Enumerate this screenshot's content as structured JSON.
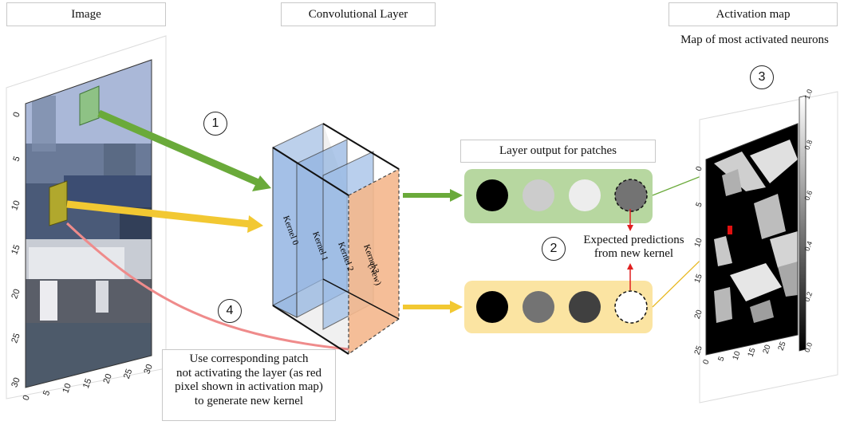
{
  "headers": {
    "image": "Image",
    "conv": "Convolutional Layer",
    "activation": "Activation map"
  },
  "activation_subtitle": "Map of most activated neurons",
  "steps": {
    "one": "1",
    "two": "2",
    "three": "3",
    "four": "4"
  },
  "layer_output_label": "Layer output for patches",
  "kernels": {
    "k0": "Kernel 0",
    "k1": "Kernel 1",
    "k2": "Kernel 2",
    "k3": "Kernel 3",
    "k3_note": "(New)"
  },
  "expected_predictions": [
    "Expected predictions",
    "from new kernel"
  ],
  "note_lines": [
    "Use corresponding patch",
    "not activating the layer (as red",
    "pixel shown in activation map)",
    "to generate new kernel"
  ],
  "image_axis": {
    "y_ticks": [
      "0",
      "5",
      "10",
      "15",
      "20",
      "25",
      "30"
    ],
    "x_ticks": [
      "0",
      "5",
      "10",
      "15",
      "20",
      "25",
      "30"
    ]
  },
  "activation_axis": {
    "y_ticks": [
      "0",
      "5",
      "10",
      "15",
      "20",
      "25"
    ],
    "x_ticks": [
      "0",
      "5",
      "10",
      "15",
      "20",
      "25"
    ],
    "colorbar_ticks": [
      "1.0",
      "0.8",
      "0.6",
      "0.4",
      "0.2",
      "0.0"
    ]
  },
  "outputs": {
    "top": [
      0.0,
      0.8,
      0.93,
      0.45
    ],
    "bottom": [
      0.0,
      0.45,
      0.25,
      1.0
    ]
  },
  "colors": {
    "green_arrow": "#6aaa3a",
    "yellow_arrow": "#f2c832",
    "red_line": "#ef8b8b",
    "green_panel": "#b7d7a0",
    "yellow_panel": "#fbe4a2",
    "kernel_blue": "#8fb2e0",
    "kernel_orange": "#f4b88d"
  }
}
